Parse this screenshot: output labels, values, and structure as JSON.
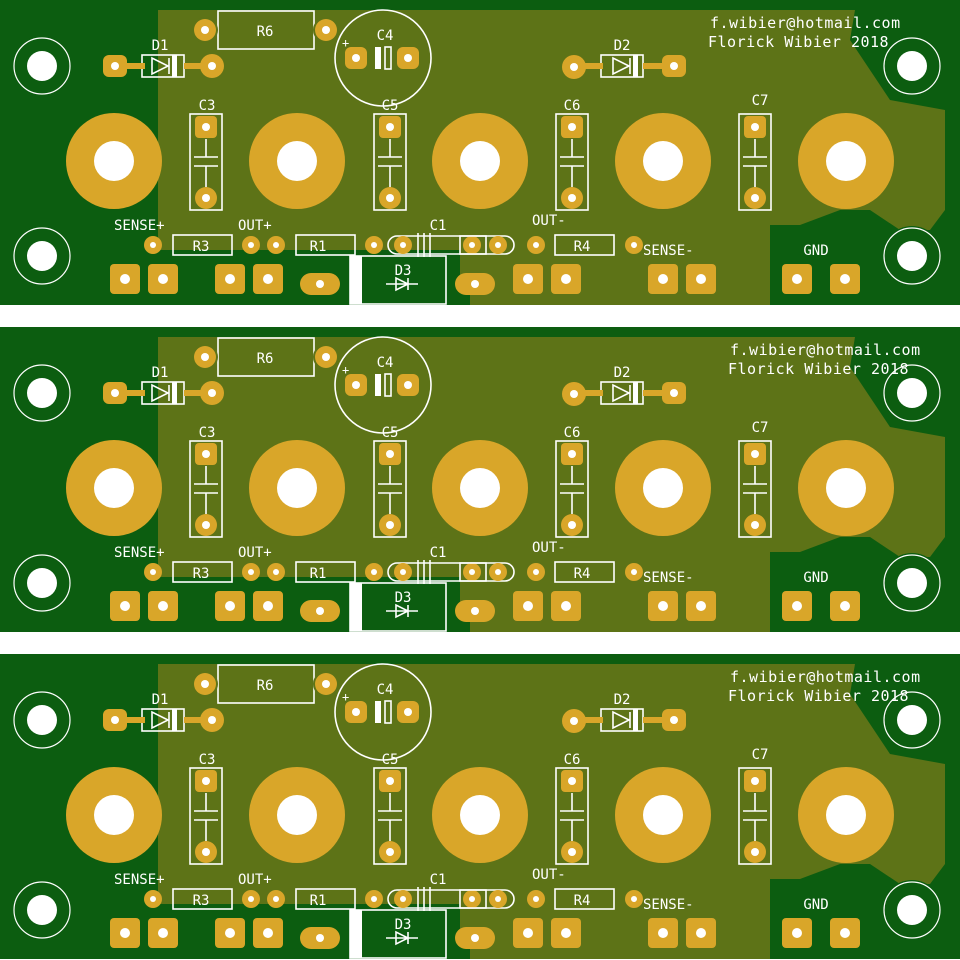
{
  "colors": {
    "substrate": "#0c5d10",
    "copper_pour": "#5d7317",
    "pad": "#d9a629",
    "silkscreen": "#ffffff",
    "drill": "#ffffff",
    "cutout": "#ffffff"
  },
  "board": {
    "email": "f.wibier@hotmail.com",
    "author": "Florick Wibier 2018",
    "labels": {
      "r6": "R6",
      "c4": "C4",
      "c4_plus": "+",
      "d1": "D1",
      "d2": "D2",
      "c3": "C3",
      "c5": "C5",
      "c6": "C6",
      "c7": "C7",
      "sense_plus": "SENSE+",
      "out_plus": "OUT+",
      "c1": "C1",
      "out_minus": "OUT-",
      "r3": "R3",
      "r1": "R1",
      "r4": "R4",
      "sense_minus": "SENSE-",
      "gnd": "GND",
      "d3": "D3"
    }
  },
  "panels": [
    {
      "name": "panel-1"
    },
    {
      "name": "panel-2"
    },
    {
      "name": "panel-3"
    }
  ]
}
